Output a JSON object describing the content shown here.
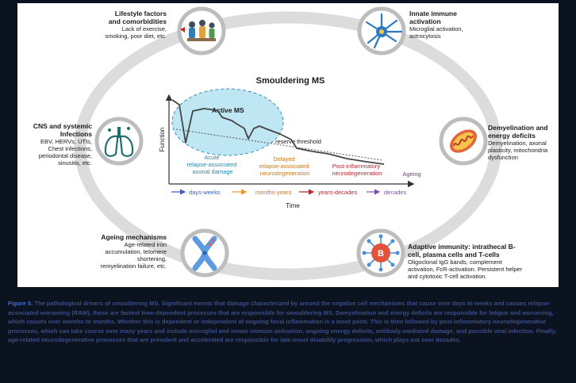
{
  "diagram_title": "Smouldering MS",
  "chart": {
    "ylabel": "Function",
    "xlabel": "Time",
    "active_label": "Active MS",
    "reserve_label": "reserve threshold",
    "phases": [
      {
        "line1": "Acute",
        "line2": "relapse-associated",
        "line3": "axonal damage",
        "color": "#1f8bb2"
      },
      {
        "line1": "Delayed",
        "line2": "relapse-associated",
        "line3": "neurodegeneration",
        "color": "#c9781d"
      },
      {
        "line1": "Post-inflammatory",
        "line2": "neurodegeneration",
        "line3": "",
        "color": "#c0272d"
      },
      {
        "line1": "Ageing",
        "line2": "",
        "line3": "",
        "color": "#6a3d9a"
      }
    ],
    "timeline": [
      {
        "label": "days-weeks",
        "color": "#3b63c4"
      },
      {
        "label": "months-years",
        "color": "#e09b2d"
      },
      {
        "label": "years-decades",
        "color": "#c0272d"
      },
      {
        "label": "decades",
        "color": "#7a4fb0"
      }
    ]
  },
  "factors": {
    "lifestyle": {
      "title1": "Lifestyle factors",
      "title2": "and comorbidities",
      "desc1": "Lack of exercise,",
      "desc2": "smoking, poor diet, etc.",
      "icon": "people-icon"
    },
    "innate": {
      "title1": "Innate immune",
      "title2": "activation",
      "desc1": "Microglial activation,",
      "desc2": "astrocytosis",
      "icon": "microglia-icon"
    },
    "cns": {
      "title1": "CNS and systemic",
      "title2": "Infections",
      "desc1": "EBV, HERVs, UTIs,",
      "desc2": "Chest infections,",
      "desc3": "periodontal disease,",
      "desc4": "sinusitis, etc.",
      "icon": "lungs-icon"
    },
    "demyelination": {
      "title1": "Demyelination and",
      "title2": "energy deficits",
      "desc1": "Demyelination, axonal",
      "desc2": "plasticity, mitochondria",
      "desc3": "dysfunction",
      "icon": "mitochondria-icon"
    },
    "ageing": {
      "title1": "Ageing mechanisms",
      "desc1": "Age-related iron",
      "desc2": "accumulation, telomere",
      "desc3": "shortening,",
      "desc4": "remyelination failure, etc.",
      "icon": "chromosome-icon"
    },
    "adaptive": {
      "title1": "Adaptive immunity: intrathecal B-",
      "title2": "cell, plasma cells and T-cells",
      "desc1": "Oligoclonal IgG bands, complement",
      "desc2": "activation, FcR-activation. Persistent helper",
      "desc3": "and cytotoxic T-cell activation.",
      "icon": "b-cell-icon",
      "badge": "B"
    }
  },
  "caption": {
    "fig_label": "Figure 5.",
    "text": "The pathological drivers of smouldering MS. Significant events that damage characterized by around the negative cell mechanisms that cause over days to weeks and causes relapse-associated worsening (RAW), these are fastest time-dependent processes that are responsible for smouldering MS. Demyelination and energy deficits are responsible for fatigue and worsening, which causes over months to months. Whether this is dependent or independent of ongoing focal inflammation is a moot point. This is then followed by post-inflammatory neurodegenerative processes, which can take course over many years and include microglial and innate immune activation, ongoing energy deficits, antibody-mediated damage, and possible viral infection. Finally, age-related neurodegenerative processes that are prevalent and accelerated are responsible for late-onset disability progression, which plays out over decades."
  }
}
